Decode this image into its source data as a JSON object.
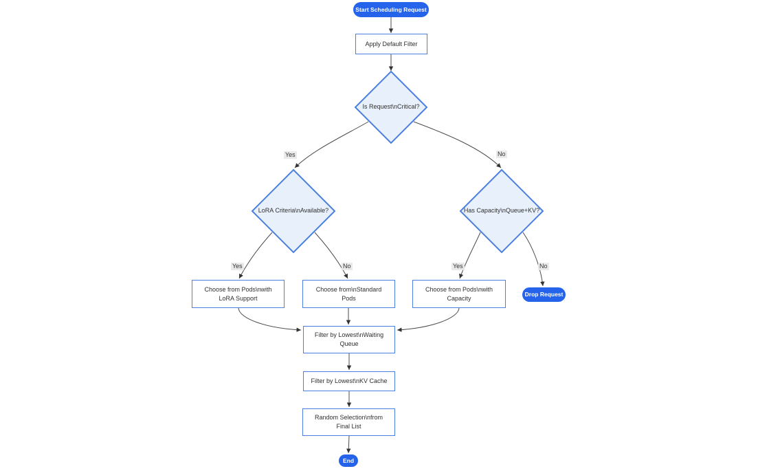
{
  "diagram": {
    "type": "flowchart",
    "direction": "top-down",
    "nodes": {
      "start": {
        "type": "stadium",
        "lines": [
          "Start Scheduling Request"
        ]
      },
      "apply_default_filter": {
        "type": "process",
        "lines": [
          "Apply Default Filter"
        ]
      },
      "is_request_critical": {
        "type": "decision",
        "lines": [
          "Is Request\\nCritical?"
        ]
      },
      "lora_criteria_available": {
        "type": "decision",
        "lines": [
          "LoRA Criteria\\nAvailable?"
        ]
      },
      "has_capacity_queue_kv": {
        "type": "decision",
        "lines": [
          "Has Capacity\\nQueue+KV?"
        ]
      },
      "choose_pods_lora": {
        "type": "process",
        "lines": [
          "Choose from Pods\\nwith",
          "LoRA Support"
        ]
      },
      "choose_standard_pods": {
        "type": "process",
        "lines": [
          "Choose from\\nStandard",
          "Pods"
        ]
      },
      "choose_pods_capacity": {
        "type": "process",
        "lines": [
          "Choose from Pods\\nwith",
          "Capacity"
        ]
      },
      "drop_request": {
        "type": "stadium",
        "lines": [
          "Drop Request"
        ]
      },
      "filter_waiting_queue": {
        "type": "process",
        "lines": [
          "Filter by Lowest\\nWaiting",
          "Queue"
        ]
      },
      "filter_kv_cache": {
        "type": "process",
        "lines": [
          "Filter by Lowest\\nKV Cache"
        ]
      },
      "random_selection": {
        "type": "process",
        "lines": [
          "Random Selection\\nfrom",
          "Final List"
        ]
      },
      "end": {
        "type": "stadium",
        "lines": [
          "End"
        ]
      }
    },
    "edges": [
      {
        "from": "start",
        "to": "apply_default_filter",
        "label": ""
      },
      {
        "from": "apply_default_filter",
        "to": "is_request_critical",
        "label": ""
      },
      {
        "from": "is_request_critical",
        "to": "lora_criteria_available",
        "label": "Yes"
      },
      {
        "from": "is_request_critical",
        "to": "has_capacity_queue_kv",
        "label": "No"
      },
      {
        "from": "lora_criteria_available",
        "to": "choose_pods_lora",
        "label": "Yes"
      },
      {
        "from": "lora_criteria_available",
        "to": "choose_standard_pods",
        "label": "No"
      },
      {
        "from": "has_capacity_queue_kv",
        "to": "choose_pods_capacity",
        "label": "Yes"
      },
      {
        "from": "has_capacity_queue_kv",
        "to": "drop_request",
        "label": "No"
      },
      {
        "from": "choose_pods_lora",
        "to": "filter_waiting_queue",
        "label": ""
      },
      {
        "from": "choose_standard_pods",
        "to": "filter_waiting_queue",
        "label": ""
      },
      {
        "from": "choose_pods_capacity",
        "to": "filter_waiting_queue",
        "label": ""
      },
      {
        "from": "filter_waiting_queue",
        "to": "filter_kv_cache",
        "label": ""
      },
      {
        "from": "filter_kv_cache",
        "to": "random_selection",
        "label": ""
      },
      {
        "from": "random_selection",
        "to": "end",
        "label": ""
      }
    ],
    "colors": {
      "terminal_fill": "#2563eb",
      "terminal_text": "#ffffff",
      "process_fill": "#ffffff",
      "process_border": "#4a7fe0",
      "decision_fill": "#e8f1fb",
      "decision_border": "#4a7fe0",
      "edge_line": "#4b4b4b",
      "arrowhead": "#333333",
      "edge_label_bg": "#e8e8e8",
      "text": "#2f2f2f"
    }
  }
}
